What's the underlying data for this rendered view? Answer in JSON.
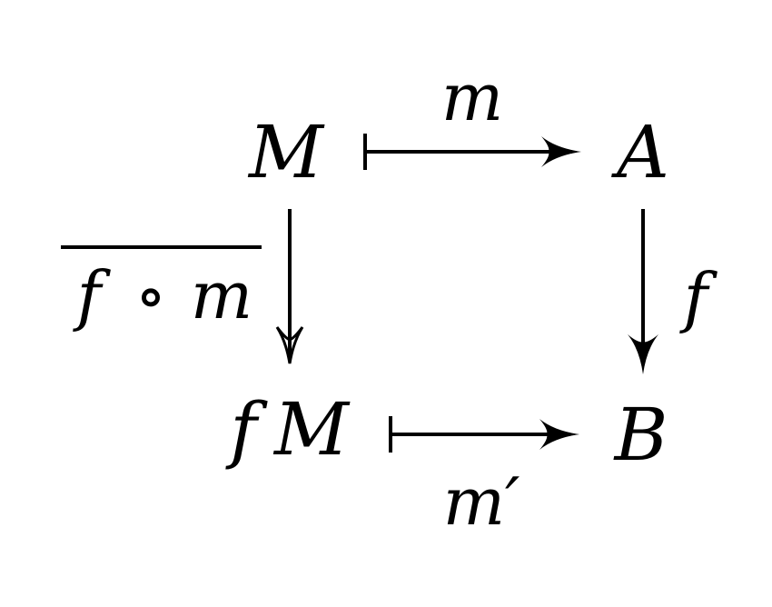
{
  "nodes": {
    "top_left": "M",
    "top_right": "A",
    "bottom_left_f": "f",
    "bottom_left_m": "M",
    "bottom_right": "B"
  },
  "labels": {
    "top": "m",
    "right": "f",
    "bottom": "m′",
    "left_f": "f",
    "left_op": "∘",
    "left_m": "m"
  },
  "colors": {
    "ink": "#000000",
    "background": "#ffffff"
  }
}
